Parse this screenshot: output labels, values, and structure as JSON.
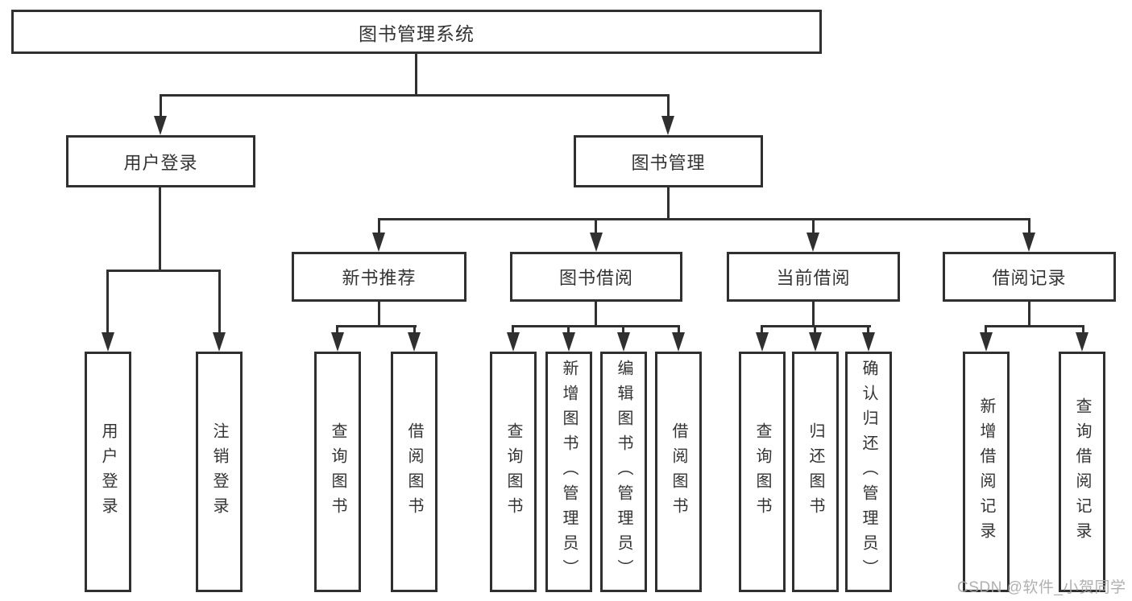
{
  "diagram": {
    "title": "图书管理系统",
    "level1": {
      "user_login": "用户登录",
      "book_mgmt": "图书管理"
    },
    "level2": {
      "new_books": "新书推荐",
      "book_borrow": "图书借阅",
      "current_borrow": "当前借阅",
      "borrow_records": "借阅记录"
    },
    "leaves": {
      "user_login_1": "用户登录",
      "user_login_2": "注销登录",
      "new_books_1": "查询图书",
      "new_books_2": "借阅图书",
      "book_borrow_1": "查询图书",
      "book_borrow_2": "新增图书（管理员）",
      "book_borrow_3": "编辑图书（管理员）",
      "book_borrow_4": "借阅图书",
      "current_borrow_1": "查询图书",
      "current_borrow_2": "归还图书",
      "current_borrow_3": "确认归还（管理员）",
      "borrow_records_1": "新增借阅记录",
      "borrow_records_2": "查询借阅记录"
    }
  },
  "watermark": "CSDN @软件_小贺同学",
  "colors": {
    "line": "#303030",
    "text": "#333333",
    "watermark": "#a8a8a8",
    "background": "#ffffff"
  }
}
